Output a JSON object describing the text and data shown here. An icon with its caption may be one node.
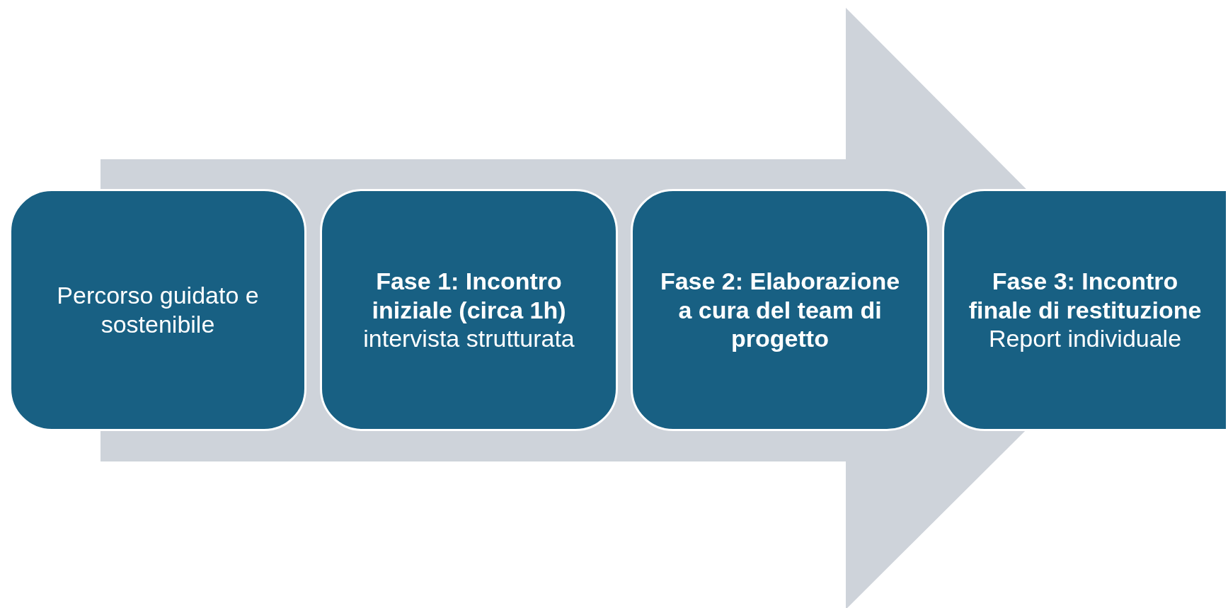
{
  "diagram": {
    "nodes": [
      {
        "text": [
          "Percorso guidato e sostenibile"
        ]
      },
      {
        "text": [
          "Fase 1: Incontro iniziale (circa 1h)",
          "intervista strutturata"
        ]
      },
      {
        "text": [
          "Fase 2: Elaborazione a cura del team di progetto"
        ]
      },
      {
        "text": [
          "Fase 3: Incontro finale di restituzione",
          "Report individuale"
        ]
      }
    ],
    "edges": [
      {
        "from": 0,
        "to": 3,
        "arrow": "to"
      }
    ]
  }
}
